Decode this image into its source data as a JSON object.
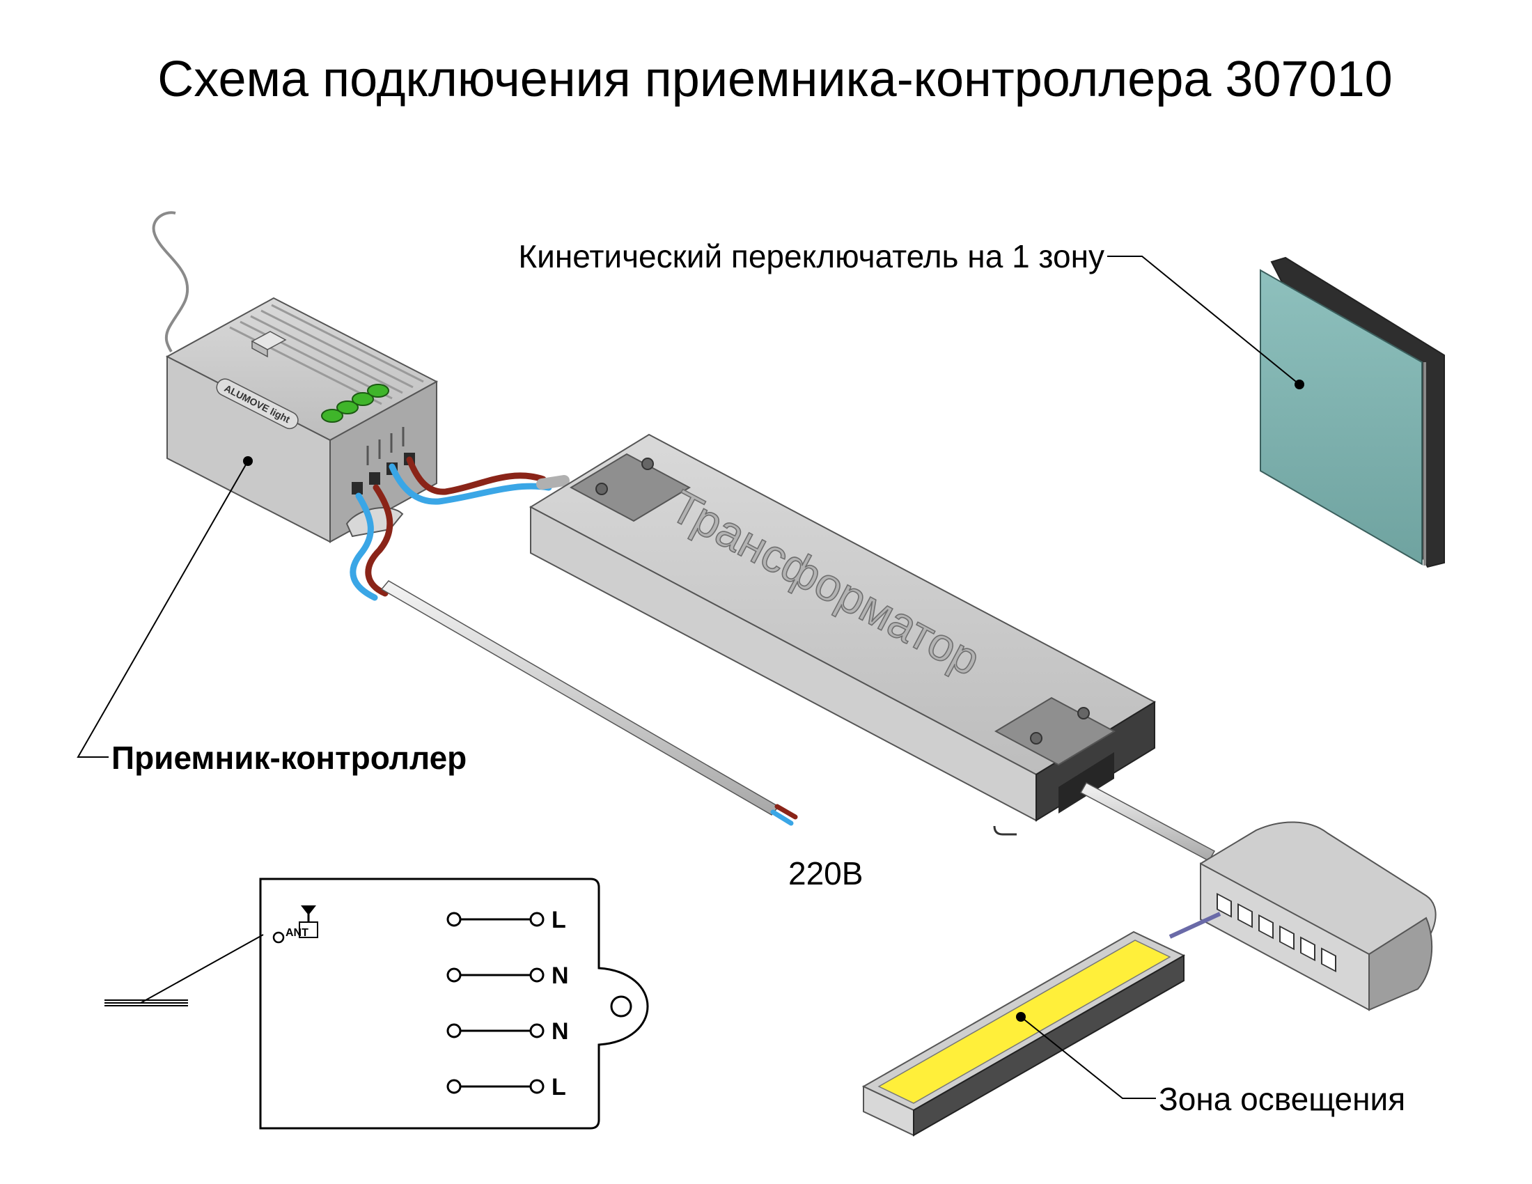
{
  "title": "Схема подключения приемника-контроллера 307010",
  "labels": {
    "switch": "Кинетический переключатель на 1 зону",
    "receiver": "Приемник-контроллер",
    "transformer": "Трансформатор",
    "mains": "220В",
    "lighting_zone": "Зона освещения"
  },
  "receiver_brand": "ALUMOVE light",
  "terminal_diagram": {
    "antenna_label": "ANT",
    "terminals": [
      "L",
      "N",
      "N",
      "L"
    ]
  },
  "colors": {
    "switch_face": "#86b9b6",
    "led_strip": "#ffef3a",
    "wire_blue": "#3aa6e6",
    "wire_brown": "#8a2418",
    "indicator_green": "#3fb52a",
    "housing_gray": "#c8c8c8"
  }
}
